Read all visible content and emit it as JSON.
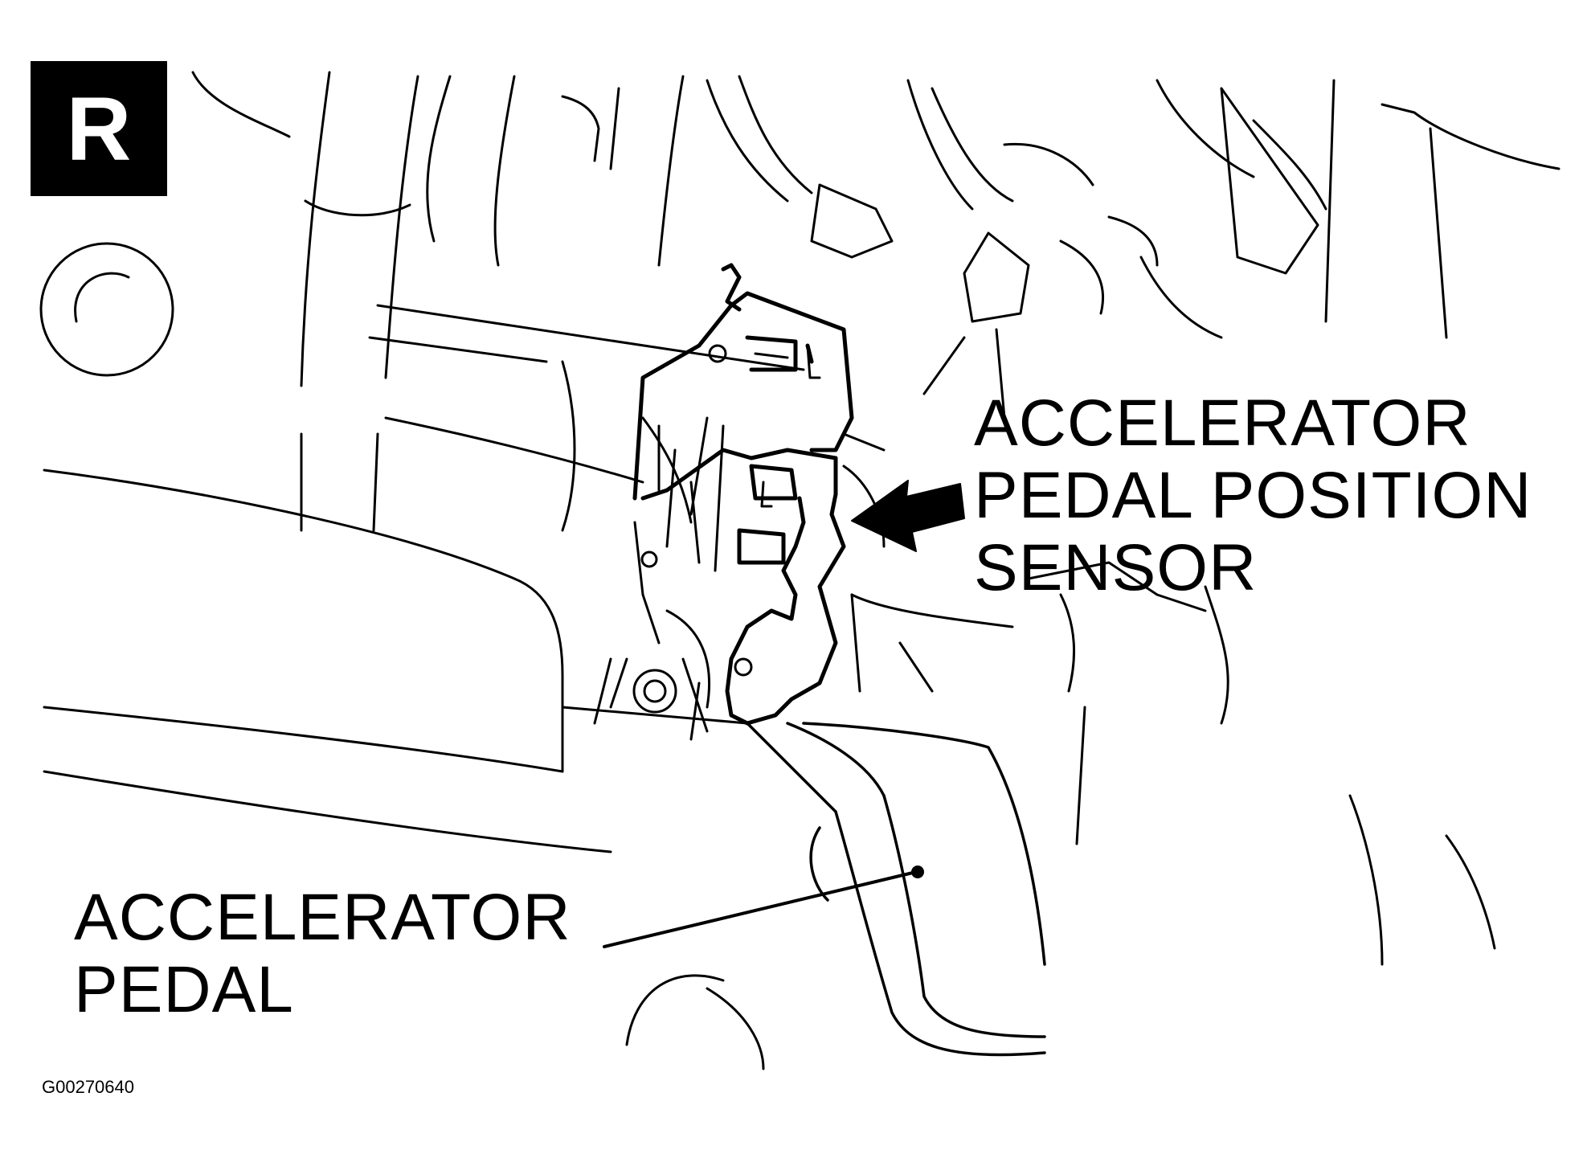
{
  "figure": {
    "badge": "R",
    "figure_id": "G00270640",
    "callouts": {
      "sensor": {
        "lines": [
          "ACCELERATOR",
          "PEDAL POSITION",
          "SENSOR"
        ]
      },
      "pedal": {
        "lines": [
          "ACCELERATOR",
          "PEDAL"
        ]
      }
    },
    "colors": {
      "ink": "#000000",
      "paper": "#ffffff"
    }
  }
}
